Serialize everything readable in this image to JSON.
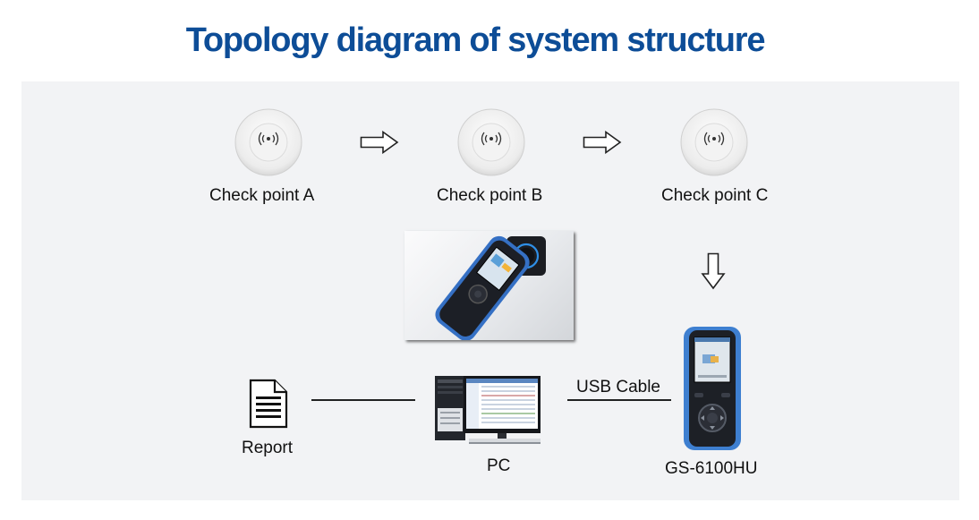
{
  "title": "Topology diagram of system structure",
  "checkpoints": [
    {
      "label": "Check point A"
    },
    {
      "label": "Check point B"
    },
    {
      "label": "Check point C"
    }
  ],
  "report": {
    "label": "Report"
  },
  "pc": {
    "label": "PC"
  },
  "connection": {
    "label": "USB Cable"
  },
  "device": {
    "label": "GS-6100HU"
  },
  "colors": {
    "title": "#0d4d97",
    "panel": "#f2f3f5",
    "device_blue": "#3e7fd0"
  },
  "icons": [
    "rfid-checkpoint-icon",
    "right-arrow-icon",
    "down-arrow-icon",
    "document-icon",
    "desktop-pc-icon",
    "handheld-reader-icon"
  ]
}
